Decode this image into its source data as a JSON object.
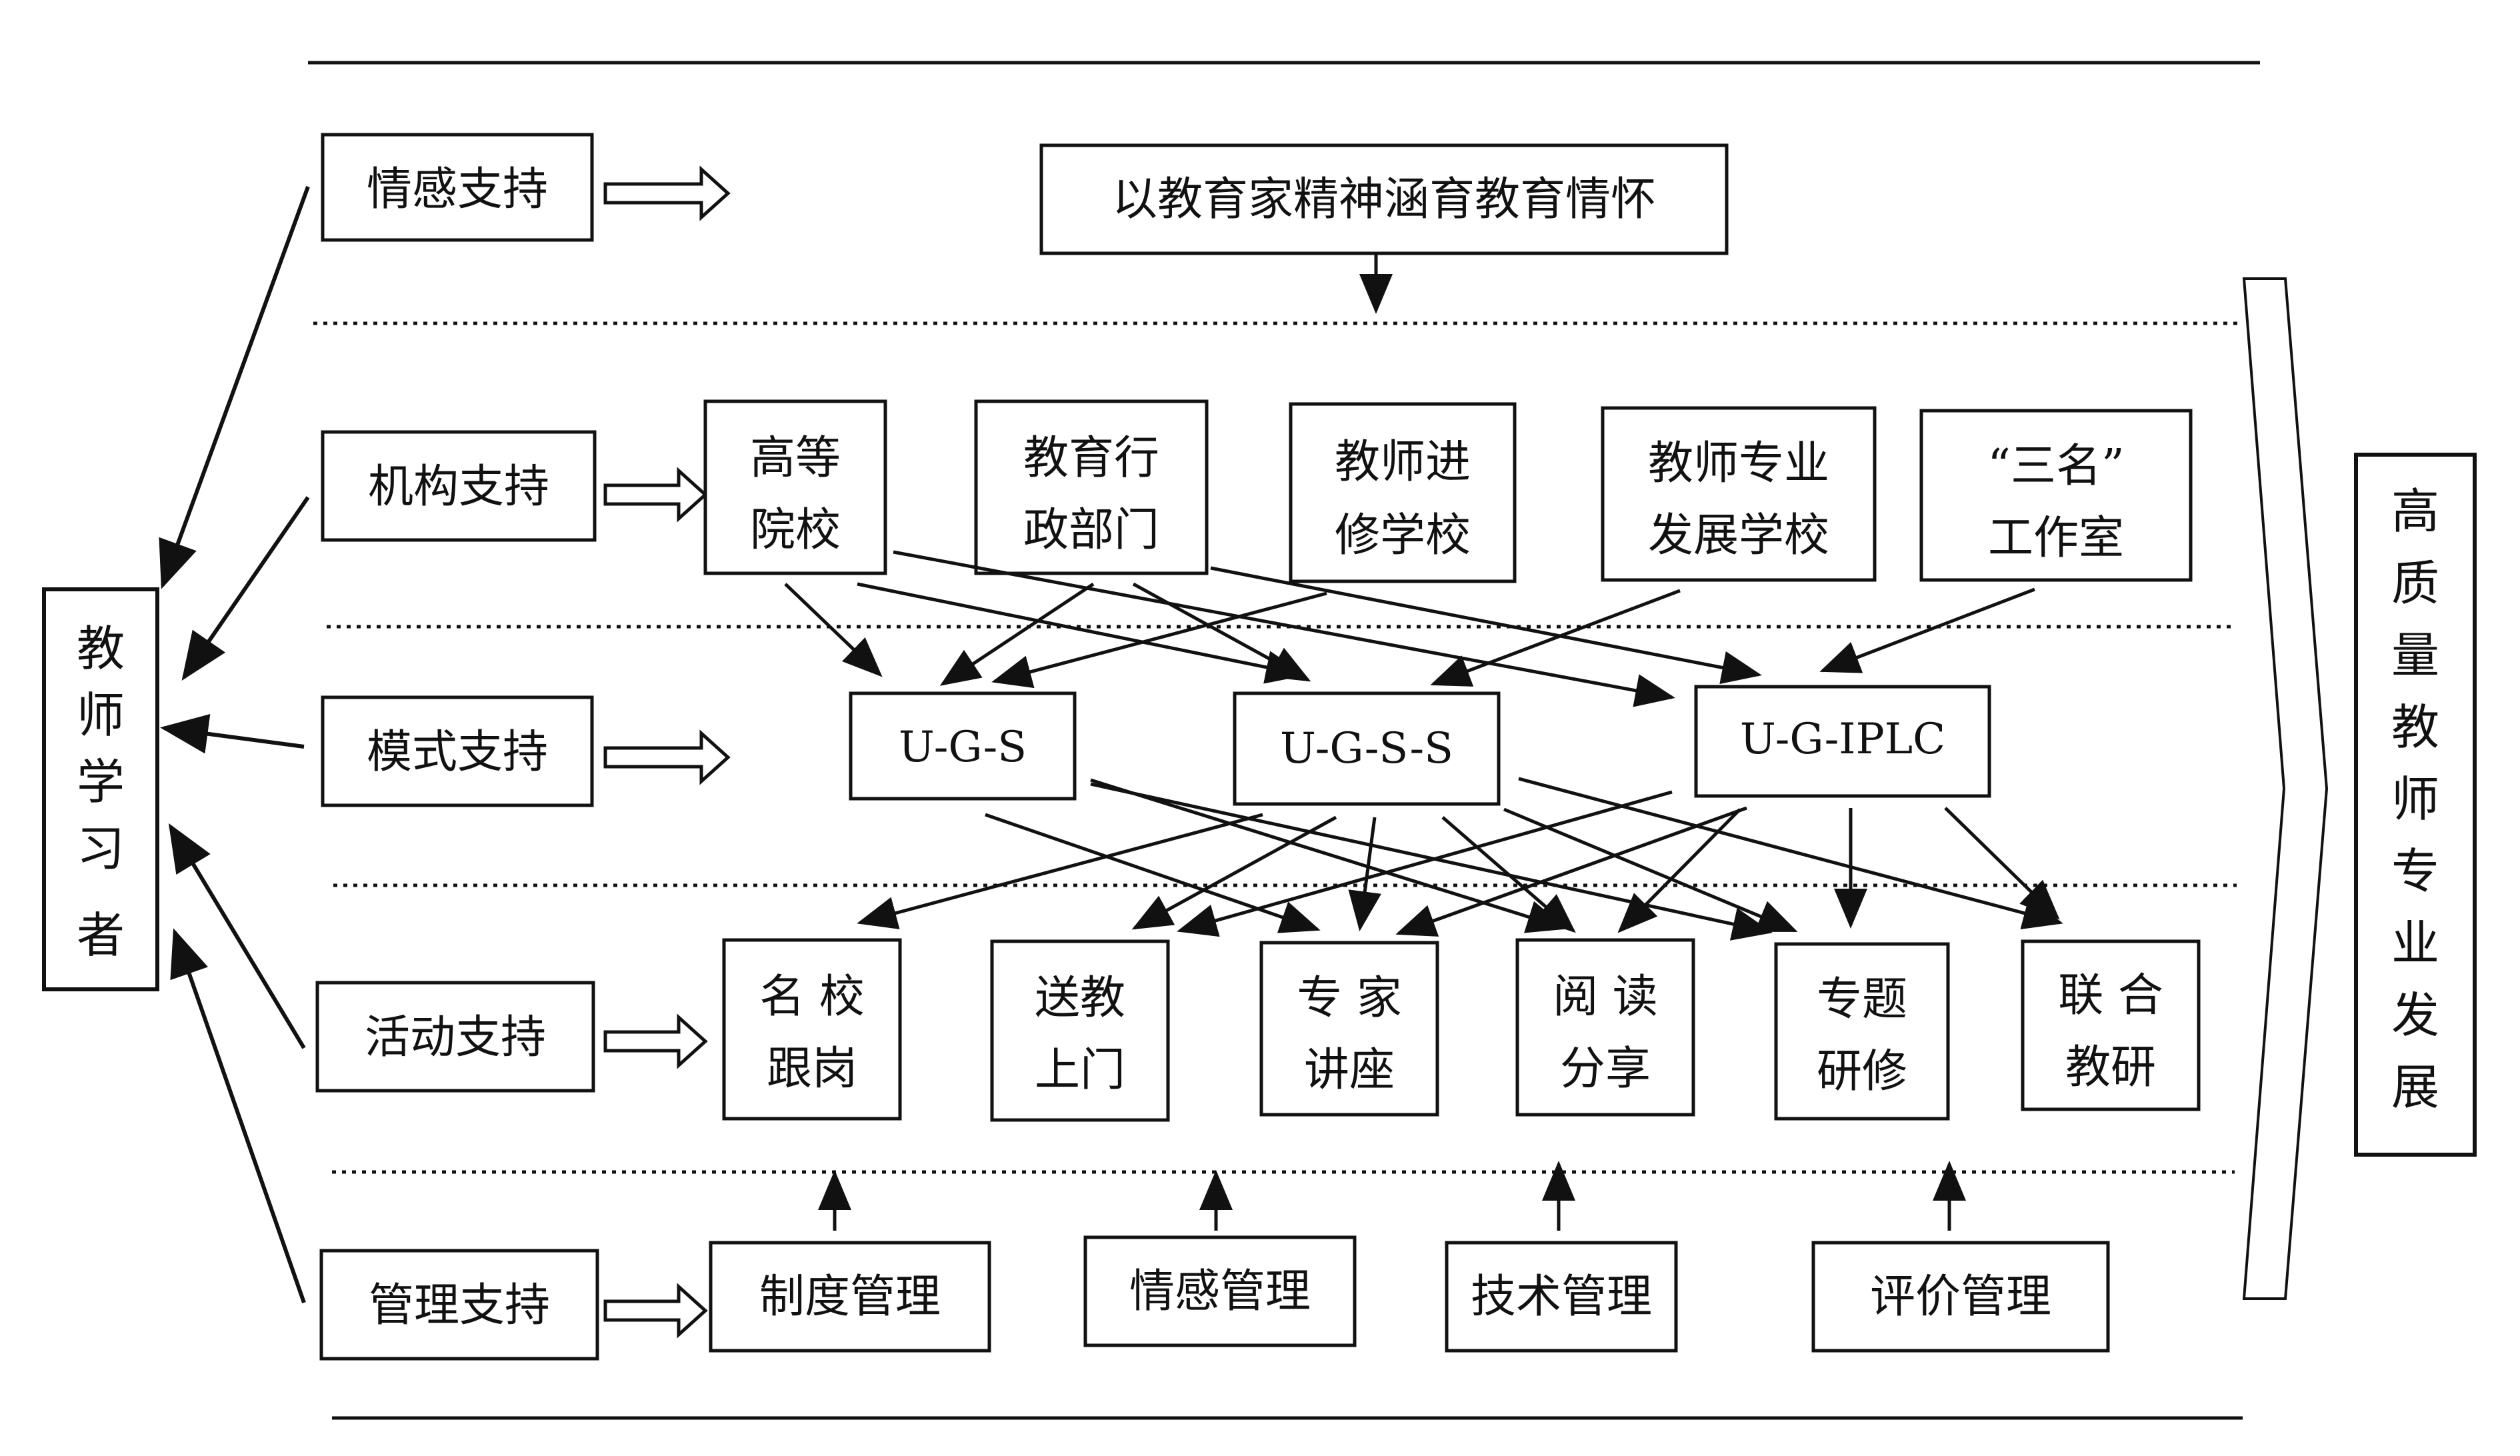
{
  "learner": [
    "教",
    "师",
    "学",
    "习",
    "者"
  ],
  "goal": [
    "高",
    "质",
    "量",
    "教",
    "师",
    "专",
    "业",
    "发",
    "展"
  ],
  "top_box": "以教育家精神涵育教育情怀",
  "supports": {
    "emotion": "情感支持",
    "institution": "机构支持",
    "mode": "模式支持",
    "activity": "活动支持",
    "management": "管理支持"
  },
  "institutions": [
    {
      "lines": [
        "高等",
        "院校"
      ]
    },
    {
      "lines": [
        "教育行",
        "政部门"
      ]
    },
    {
      "lines": [
        "教师进",
        "修学校"
      ]
    },
    {
      "lines": [
        "教师专业",
        "发展学校"
      ]
    },
    {
      "lines": [
        "“三名”",
        "工作室"
      ]
    }
  ],
  "modes": [
    "U-G-S",
    "U-G-S-S",
    "U-G-IPLC"
  ],
  "activities": [
    {
      "lines": [
        "名 校",
        "跟岗"
      ]
    },
    {
      "lines": [
        "送教",
        "上门"
      ]
    },
    {
      "lines": [
        "专 家",
        "讲座"
      ]
    },
    {
      "lines": [
        "阅 读",
        "分享"
      ]
    },
    {
      "lines": [
        "专题",
        "研修"
      ]
    },
    {
      "lines": [
        "联 合",
        "教研"
      ]
    }
  ],
  "managements": [
    "制度管理",
    "情感管理",
    "技术管理",
    "评价管理"
  ]
}
